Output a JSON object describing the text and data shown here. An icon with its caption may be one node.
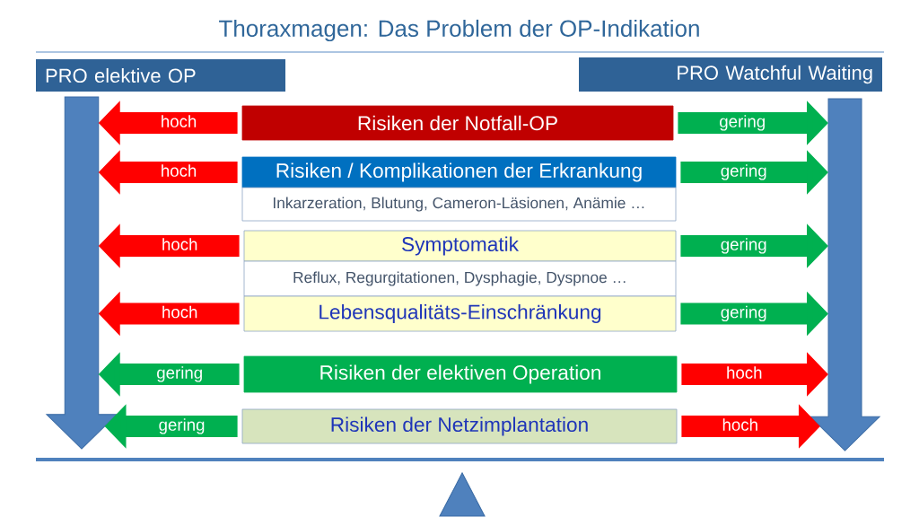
{
  "diagram": {
    "title": "Thoraxmagen: Das Problem der OP-Indikation",
    "nodes": [
      {
        "text": [
          "PRO elektive OP"
        ]
      },
      {
        "text": [
          "PRO Watchful Waiting"
        ]
      },
      {
        "text": [],
        "shape": "arrow"
      },
      {
        "text": [],
        "shape": "arrow"
      },
      {
        "text": [
          "Risiken der Notfall-OP"
        ]
      },
      {
        "text": [
          "Risiken / Komplikationen der Erkrankung"
        ]
      },
      {
        "text": [
          "Inkarzeration, Blutung, Cameron-Läsionen, Anämie …"
        ]
      },
      {
        "text": [
          "Symptomatik"
        ]
      },
      {
        "text": [
          "Reflux, Regurgitationen, Dysphagie, Dyspnoe …"
        ]
      },
      {
        "text": [
          "Lebensqualitäts-Einschränkung"
        ]
      },
      {
        "text": [
          "Risiken der elektiven Operation"
        ]
      },
      {
        "text": [
          "Risiken der Netzimplantation"
        ]
      }
    ],
    "edges": [
      {
        "from": 4,
        "to": 2,
        "arrow": "to",
        "label": "hoch",
        "color": "#ff0000"
      },
      {
        "from": 4,
        "to": 3,
        "arrow": "to",
        "label": "gering",
        "color": "#00b050"
      },
      {
        "from": 5,
        "to": 2,
        "arrow": "to",
        "label": "hoch",
        "color": "#ff0000"
      },
      {
        "from": 5,
        "to": 3,
        "arrow": "to",
        "label": "gering",
        "color": "#00b050"
      },
      {
        "from": 7,
        "to": 2,
        "arrow": "to",
        "label": "hoch",
        "color": "#ff0000"
      },
      {
        "from": 7,
        "to": 3,
        "arrow": "to",
        "label": "gering",
        "color": "#00b050"
      },
      {
        "from": 9,
        "to": 2,
        "arrow": "to",
        "label": "hoch",
        "color": "#ff0000"
      },
      {
        "from": 9,
        "to": 3,
        "arrow": "to",
        "label": "gering",
        "color": "#00b050"
      },
      {
        "from": 10,
        "to": 2,
        "arrow": "to",
        "label": "gering",
        "color": "#00b050"
      },
      {
        "from": 10,
        "to": 3,
        "arrow": "to",
        "label": "hoch",
        "color": "#ff0000"
      },
      {
        "from": 11,
        "to": 2,
        "arrow": "to",
        "label": "gering",
        "color": "#00b050"
      },
      {
        "from": 11,
        "to": 3,
        "arrow": "to",
        "label": "hoch",
        "color": "#ff0000"
      }
    ]
  }
}
